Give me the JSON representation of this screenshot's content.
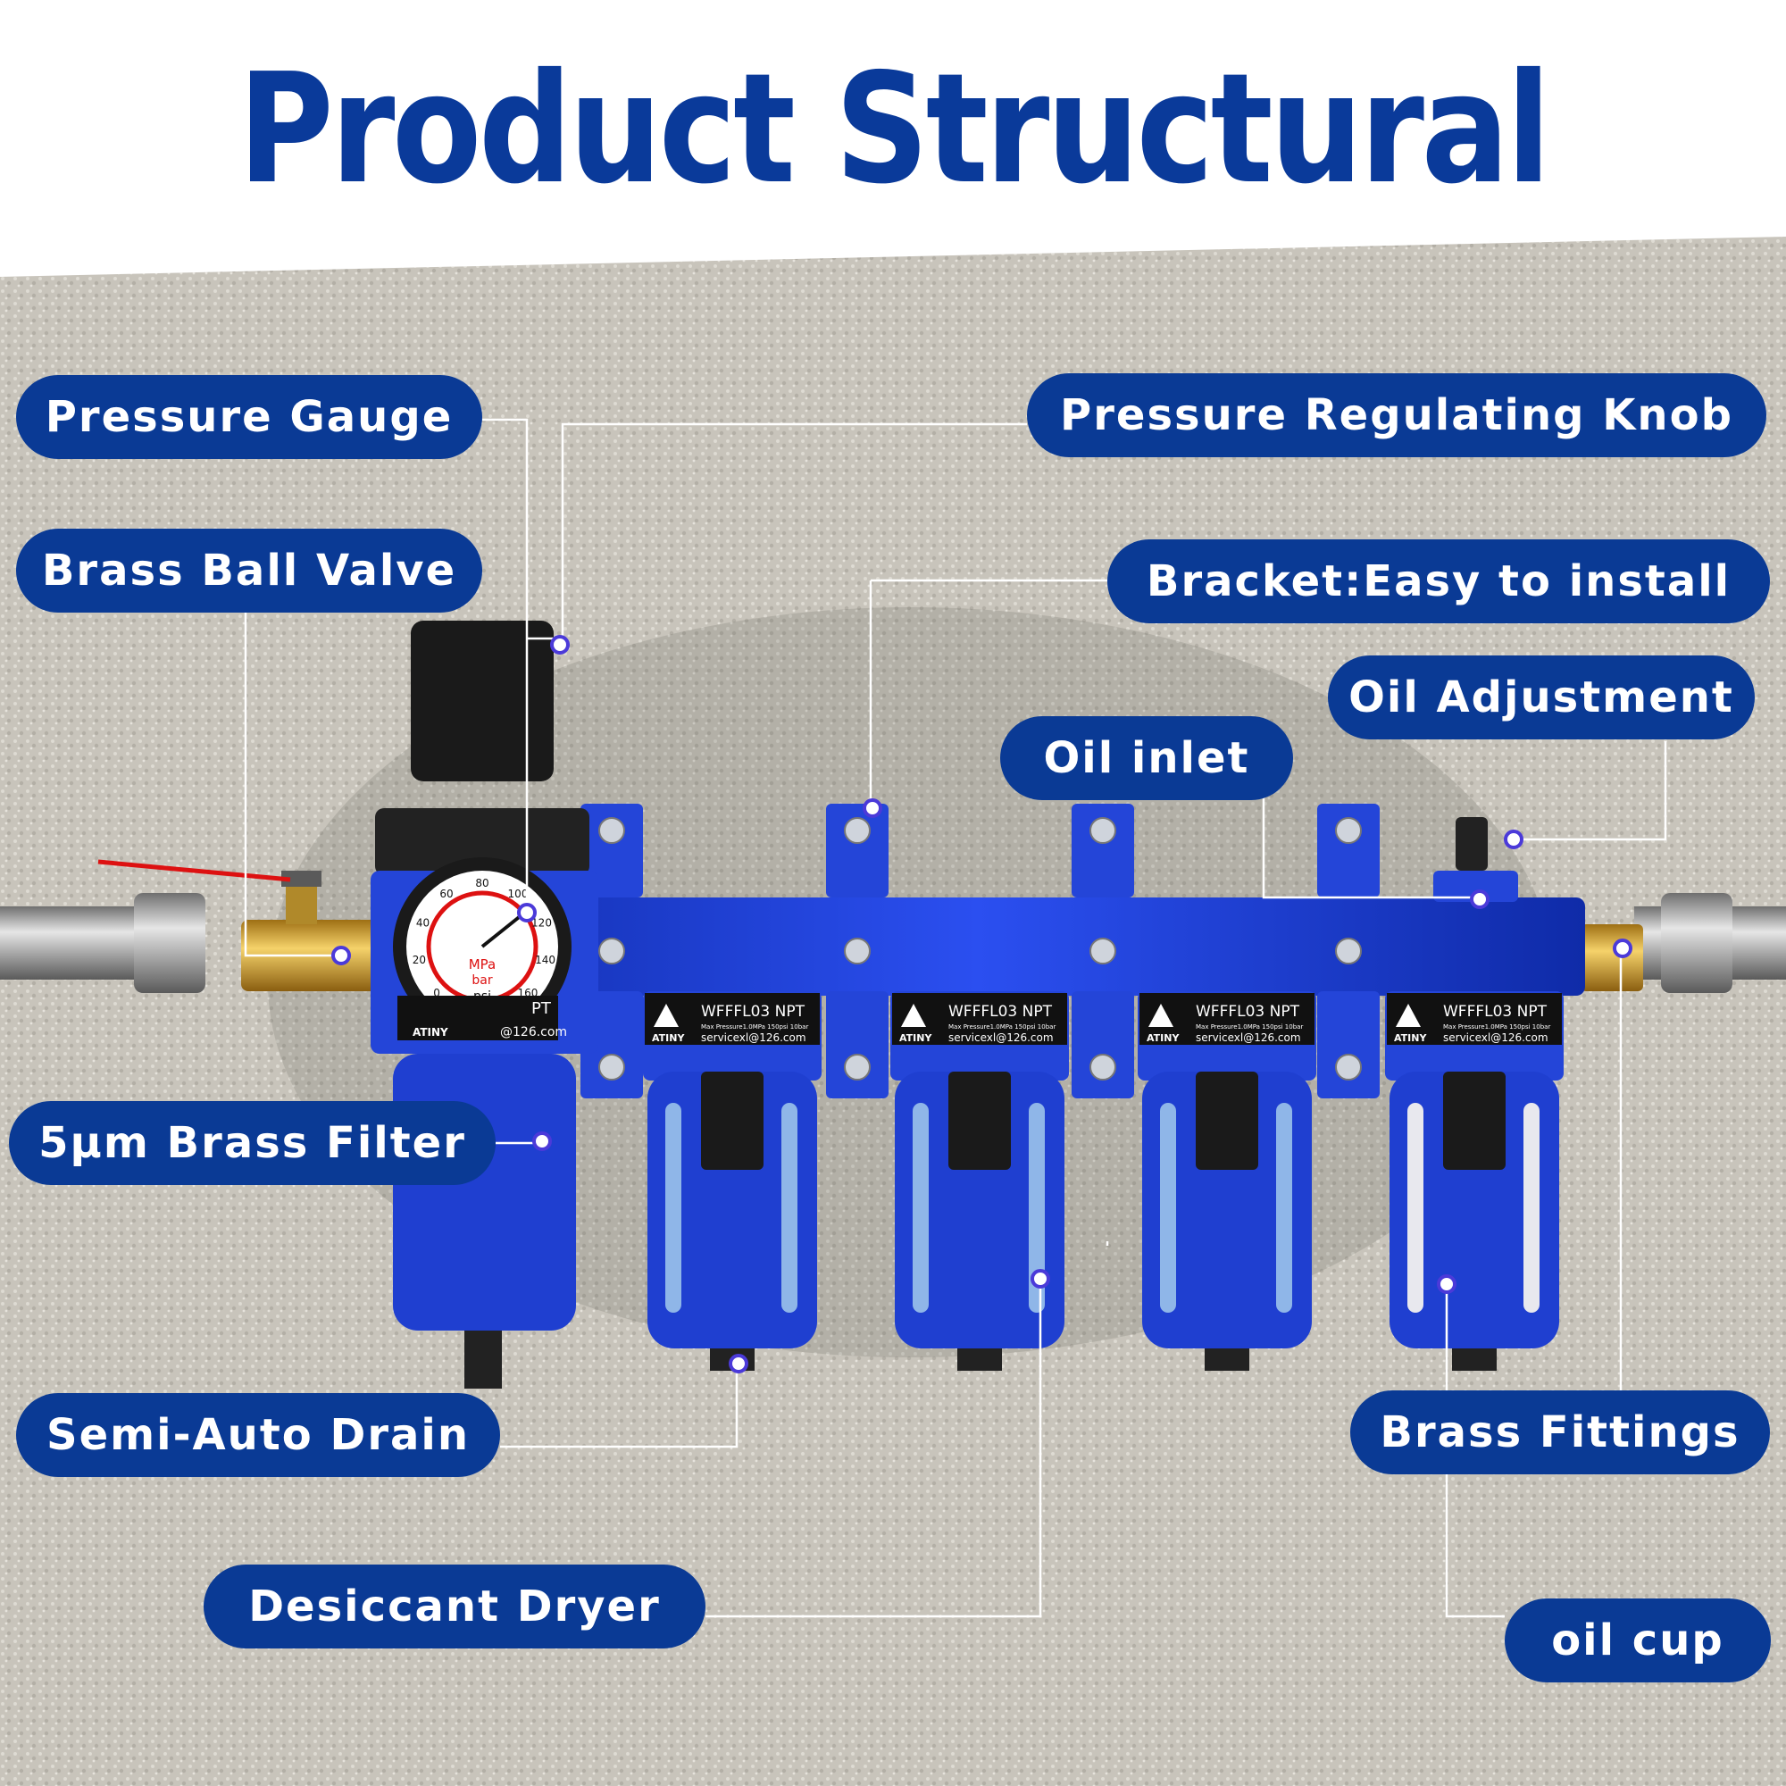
{
  "title": "Product Structural",
  "colors": {
    "brand_blue": "#0a3a95",
    "body_blue": "#1f3fd0",
    "wall": "#c9c5bc",
    "brass": "#d9a938"
  },
  "labels": {
    "pressure_gauge": "Pressure Gauge",
    "brass_ball_valve": "Brass Ball Valve",
    "brass_filter": "5µm Brass Filter",
    "semi_auto_drain": "Semi-Auto Drain",
    "desiccant_dryer": "Desiccant Dryer",
    "pressure_regulating_knob": "Pressure Regulating Knob",
    "bracket": "Bracket:Easy to install",
    "oil_adjustment": "Oil Adjustment",
    "oil_inlet": "Oil inlet",
    "brass_fittings": "Brass Fittings",
    "oil_cup": "oil cup"
  },
  "units": [
    {
      "model": "WFFFL03 NPT",
      "brand": "ATINY",
      "spec": "Max Pressure1.0MPa 150psi 10bar",
      "email": "servicexl@126.com"
    },
    {
      "model": "WFFFL03 NPT",
      "brand": "ATINY",
      "spec": "Max Pressure1.0MPa 150psi 10bar",
      "email": "servicexl@126.com"
    },
    {
      "model": "WFFFL03 NPT",
      "brand": "ATINY",
      "spec": "Max Pressure1.0MPa 150psi 10bar",
      "email": "servicexl@126.com"
    },
    {
      "model": "WFFFL03 NPT",
      "brand": "ATINY",
      "spec": "Max Pressure1.0MPa 150psi 10bar",
      "email": "servicexl@126.com"
    }
  ],
  "gauge": {
    "unit_mpa": "MPa",
    "unit_bar": "bar",
    "unit_psi": "psi",
    "ticks": [
      "0",
      "20",
      "40",
      "60",
      "80",
      "100",
      "120",
      "140",
      "160"
    ]
  },
  "regulator_label": {
    "model": "PT",
    "brand": "ATINY",
    "email": "@126.com"
  }
}
